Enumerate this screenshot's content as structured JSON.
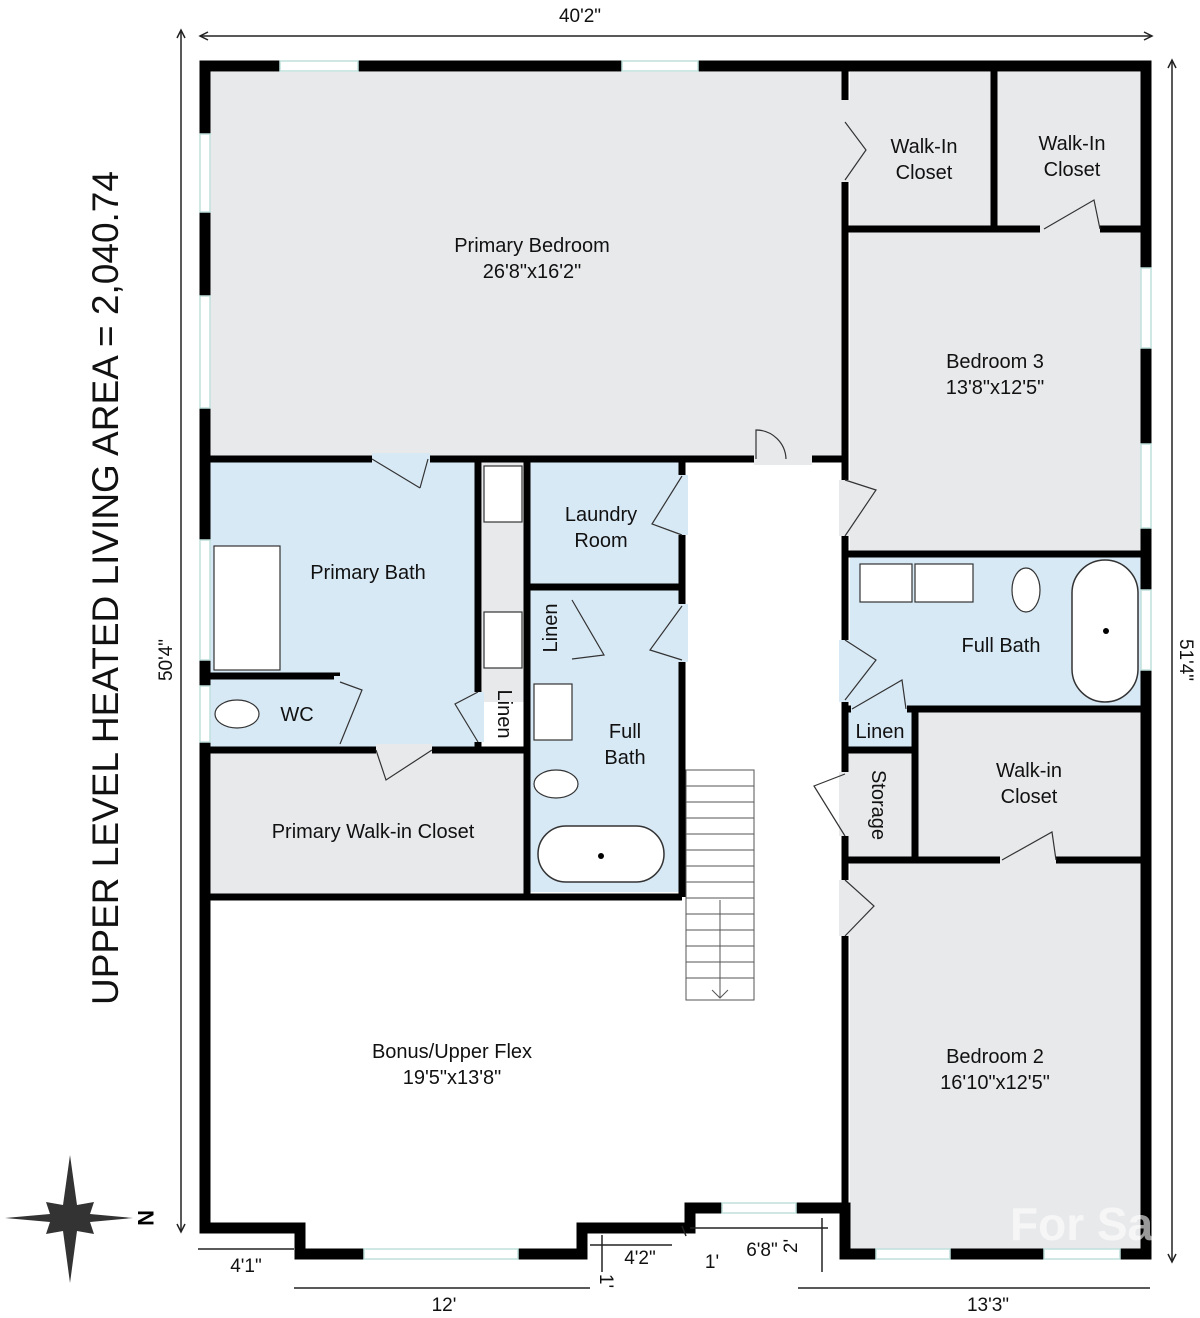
{
  "plan": {
    "area_title": "UPPER LEVEL HEATED LIVING AREA = 2,040.74",
    "compass_label": "N",
    "watermark": "For Sale Copyright",
    "colors": {
      "gray_room": "#e8e9eb",
      "bath_room": "#d8e9f6",
      "wall": "#000000"
    }
  },
  "rooms": [
    {
      "name": "Primary Bedroom",
      "size": "26'8\"x16'2\""
    },
    {
      "name": "Walk-In Closet",
      "line1": "Walk-In",
      "line2": "Closet"
    },
    {
      "name": "Walk-In Closet",
      "line1": "Walk-In",
      "line2": "Closet"
    },
    {
      "name": "Bedroom 3",
      "size": "13'8\"x12'5\""
    },
    {
      "name": "Primary Bath"
    },
    {
      "name": "Laundry Room",
      "line1": "Laundry",
      "line2": "Room"
    },
    {
      "name": "Linen"
    },
    {
      "name": "Linen"
    },
    {
      "name": "WC"
    },
    {
      "name": "Full Bath",
      "line1": "Full",
      "line2": "Bath"
    },
    {
      "name": "Full Bath"
    },
    {
      "name": "Linen"
    },
    {
      "name": "Storage"
    },
    {
      "name": "Walk-in Closet",
      "line1": "Walk-in",
      "line2": "Closet"
    },
    {
      "name": "Primary Walk-in Closet"
    },
    {
      "name": "Bonus/Upper Flex",
      "size": "19'5\"x13'8\""
    },
    {
      "name": "Bedroom 2",
      "size": "16'10\"x12'5\""
    }
  ],
  "dimensions": {
    "top": "40'2\"",
    "left": "50'4\"",
    "right": "51'4\"",
    "bottom_left": "4'1\"",
    "bottom_12": "12'",
    "bottom_4_2": "4'2\"",
    "bottom_1a": "1'",
    "bottom_1b": "1'",
    "bottom_6_8": "6'8\"",
    "bottom_2": "2'",
    "bottom_right": "13'3\""
  }
}
